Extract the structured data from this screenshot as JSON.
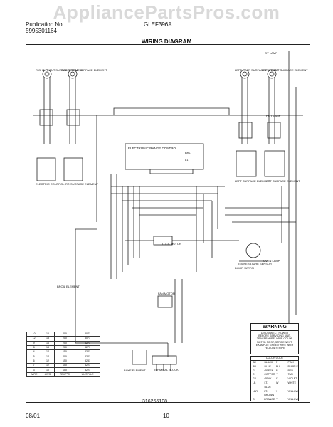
{
  "watermark": "AppliancePartsPros.com",
  "header": {
    "publication_label": "Publication No.",
    "publication_number": "5995301164",
    "model": "GLEF396A",
    "title": "WIRING DIAGRAM"
  },
  "diagram": {
    "left_elements": [
      "RIGHT FRONT SURFACE ELEMENT",
      "RIGHT REAR SURFACE ELEMENT"
    ],
    "right_elements": [
      "LEFT REAR SURFACE ELEMENT",
      "LEFT FRONT SURFACE ELEMENT"
    ],
    "switches_left": [
      "ELECTRIC CONTROL",
      "RT. SURFACE ELEMENT"
    ],
    "switches_right": [
      "LEFT SURFACE ELEMENT",
      "LEFT SURFACE ELEMENT"
    ],
    "control_title": "ELECTRONIC RANGE CONTROL",
    "control_pins": [
      "BRL",
      "L1"
    ],
    "labels": {
      "lamp": "OV LAMP",
      "hot_lamp": "HOT LAMP",
      "lock_motor": "LOCK MOTOR",
      "oven_element": "BROIL ELEMENT",
      "bake_element": "BAKE ELEMENT",
      "fan_motor": "FAN MOTOR",
      "terminal_block": "TERMINAL BLOCK",
      "oven_lamp": "OVEN LAMP",
      "door_switch": "DOOR SWITCH",
      "temp_sensor": "TEMPERATURE SENSOR"
    }
  },
  "gauge_table": [
    [
      "10",
      "16",
      "200",
      "3071"
    ],
    [
      "12",
      "18",
      "200",
      "3071"
    ],
    [
      "9",
      "16",
      "250",
      "3271"
    ],
    [
      "8",
      "18",
      "200",
      "3271"
    ],
    [
      "4",
      "14",
      "150",
      "3321"
    ],
    [
      "5",
      "14",
      "200",
      "3321"
    ],
    [
      "6",
      "12",
      "150",
      "3231"
    ],
    [
      "7",
      "12",
      "150",
      "3221"
    ],
    [
      "3",
      "10",
      "150",
      "3221"
    ],
    [
      "WIRE",
      "AWG",
      "TEMP°C",
      "UL STYLE"
    ]
  ],
  "warning": {
    "title": "WARNING",
    "line1": "DISCONNECT POWER",
    "line2": "BEFORE SERVICING UNIT.",
    "line3": "TRACER WIRE: WIRE COLOR",
    "line4": "NOTED FIRST, STRIPE NEXT.",
    "line5": "EXAMPLE: GREEN WIRE WITH",
    "line6": "YELLOW STRIPE"
  },
  "color_code": {
    "title": "COLOR CODE",
    "rows": [
      [
        "BK",
        "BLACK",
        "P",
        "PINK"
      ],
      [
        "BU",
        "BLUE",
        "PU",
        "PURPLE"
      ],
      [
        "G",
        "GREEN",
        "R",
        "RED"
      ],
      [
        "C",
        "COPPER",
        "T",
        "TAN"
      ],
      [
        "GY",
        "GRAY",
        "V",
        "VIOLET"
      ],
      [
        "LB",
        "LT. BLUE",
        "W",
        "WHITE"
      ],
      [
        "LBR",
        "LT. BROWN",
        "Y",
        "YELLOW"
      ],
      [
        "O",
        "ORANGE",
        "Y",
        "YELLOW"
      ]
    ]
  },
  "part_number": "316255108",
  "footer": {
    "date": "08/01",
    "page": "10"
  }
}
